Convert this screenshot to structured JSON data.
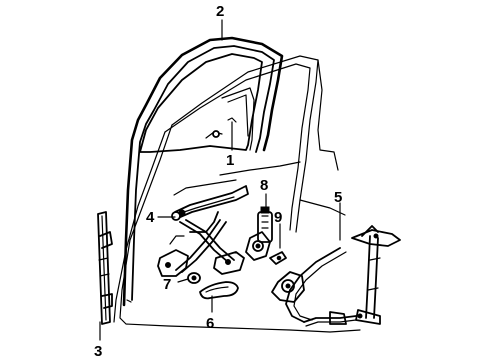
{
  "callouts": {
    "window_glass": "1",
    "run_channel": "2",
    "rear_channel": "3",
    "regulator": "4",
    "rear_regulator": "5",
    "handle": "6",
    "knob": "7",
    "motor": "8",
    "bolt": "9"
  }
}
